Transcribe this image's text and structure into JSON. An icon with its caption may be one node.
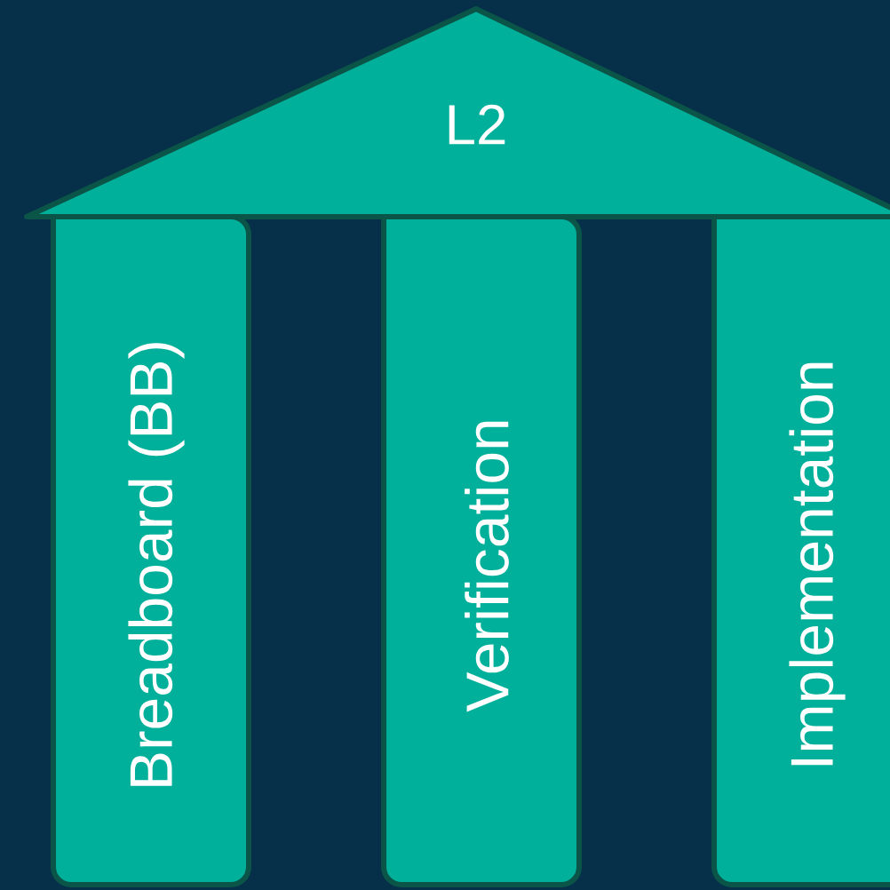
{
  "diagram": {
    "nodes": [
      {
        "text": [
          "L2"
        ]
      },
      {
        "text": [
          "Breadboard (BB)"
        ]
      },
      {
        "text": [
          "Verification"
        ]
      },
      {
        "text": [
          "Implementation"
        ]
      }
    ],
    "edges": []
  }
}
